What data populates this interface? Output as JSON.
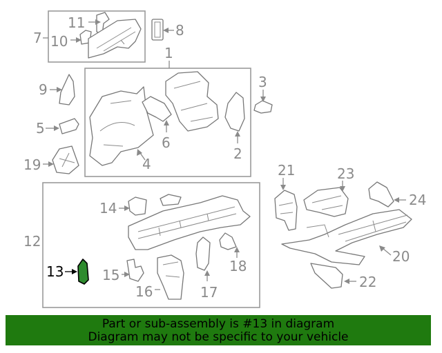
{
  "callouts": {
    "c1": "1",
    "c2": "2",
    "c3": "3",
    "c4": "4",
    "c5": "5",
    "c6": "6",
    "c7": "7",
    "c8": "8",
    "c9": "9",
    "c10": "10",
    "c11": "11",
    "c12": "12",
    "c13": "13",
    "c14": "14",
    "c15": "15",
    "c16": "16",
    "c17": "17",
    "c18": "18",
    "c19": "19",
    "c20": "20",
    "c21": "21",
    "c22": "22",
    "c23": "23",
    "c24": "24"
  },
  "highlight": {
    "part": "13",
    "color": "#2e8b2e"
  },
  "banner": {
    "line1": "Part or sub-assembly is #13 in diagram",
    "line2": "Diagram may not be specific to your vehicle",
    "color": "#1f7a0f"
  }
}
